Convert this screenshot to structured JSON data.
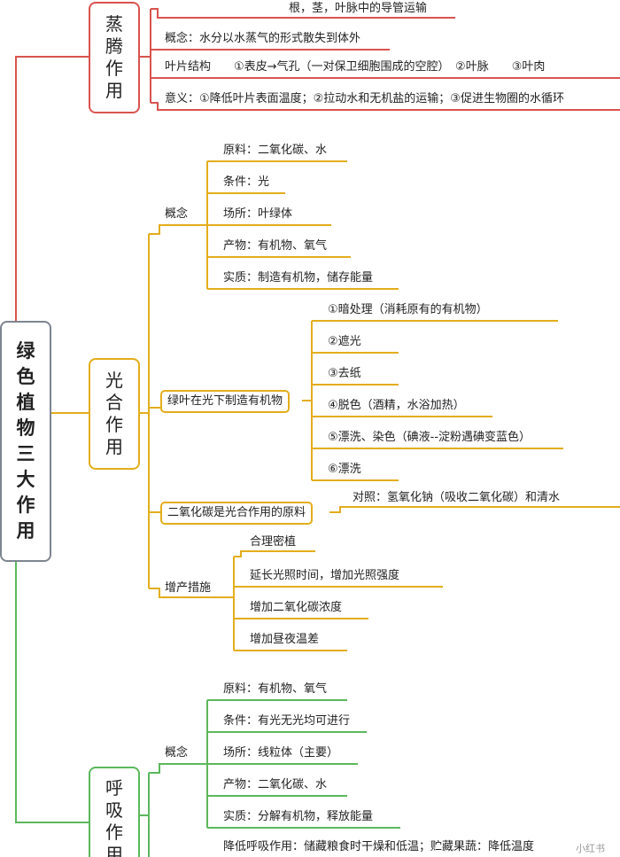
{
  "root": {
    "chars": [
      "绿",
      "色",
      "植",
      "物",
      "三",
      "大",
      "作",
      "用"
    ]
  },
  "transpiration": {
    "title_chars": [
      "蒸",
      "腾",
      "作",
      "用"
    ],
    "top_item": "根，茎，叶脉中的导管运输",
    "concept": "概念：水分以水蒸气的形式散失到体外",
    "leaf_structure": "叶片结构　　①表皮→气孔（一对保卫细胞围成的空腔）　②叶脉　　③叶肉",
    "significance": "意义：①降低叶片表面温度；②拉动水和无机盐的运输；③促进生物圈的水循环"
  },
  "photosynthesis": {
    "title_chars": [
      "光",
      "合",
      "作",
      "用"
    ],
    "concept_label": "概念",
    "concept_items": [
      "原料：二氧化碳、水",
      "条件：光",
      "场所：叶绿体",
      "产物：有机物、氧气",
      "实质：制造有机物，储存能量"
    ],
    "experiment_label": "绿叶在光下制造有机物",
    "experiment_steps": [
      "①暗处理（消耗原有的有机物）",
      "②遮光",
      "③去纸",
      "④脱色（酒精，水浴加热）",
      "⑤漂洗、染色（碘液--淀粉遇碘变蓝色）",
      "⑥漂洗"
    ],
    "co2_label": "二氧化碳是光合作用的原料",
    "co2_note": "对照：氢氧化钠（吸收二氧化碳）和清水",
    "yield_label": "增产措施",
    "yield_items": [
      "合理密植",
      "延长光照时间，增加光照强度",
      "增加二氧化碳浓度",
      "增加昼夜温差"
    ]
  },
  "respiration": {
    "title_chars": [
      "呼",
      "吸",
      "作",
      "用"
    ],
    "concept_label": "概念",
    "concept_items": [
      "原料：有机物、氧气",
      "条件：有光无光均可进行",
      "场所：线粒体（主要）",
      "产物：二氧化碳、水",
      "实质：分解有机物，释放能量"
    ],
    "bottom_item": "降低呼吸作用：储藏粮食时干燥和低温；贮藏果蔬：降低温度",
    "watermark": "小红书"
  },
  "colors": {
    "red": "#d9534f",
    "yellow": "#e3ad1c",
    "green": "#5cb85c",
    "gray": "#7d8590"
  }
}
